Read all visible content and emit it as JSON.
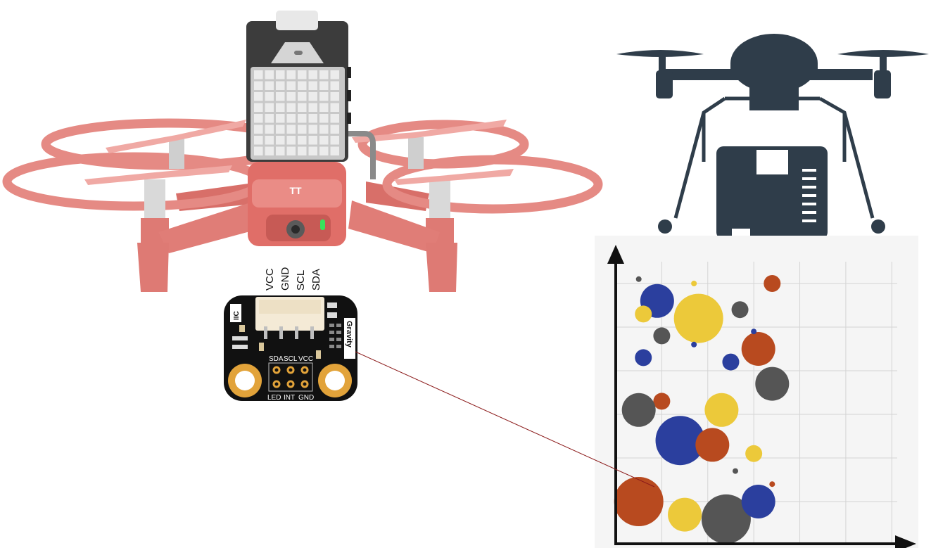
{
  "sensor": {
    "top_pins": [
      "VCC",
      "GND",
      "SCL",
      "SDA"
    ],
    "left_label": "IIC",
    "right_label": "Gravity",
    "header_top": [
      "SDA",
      "SCL",
      "VCC"
    ],
    "header_bottom": [
      "LED",
      "INT",
      "GND"
    ]
  },
  "drone_logo": "TT",
  "colors": {
    "drone_red": "#e37e78",
    "drone_silhouette": "#2f3d4a",
    "connector_line": "#8b1a1a",
    "pcb_black": "#111111",
    "pcb_gold": "#e2a33a",
    "bubble_blue": "#2b3f9e",
    "bubble_yellow": "#ecc93a",
    "bubble_gray": "#555555",
    "bubble_orange": "#b84a1f"
  },
  "chart_data": {
    "type": "scatter",
    "title": "",
    "xlabel": "",
    "ylabel": "",
    "xlim": [
      0,
      6.5
    ],
    "ylim": [
      0,
      6.5
    ],
    "grid": true,
    "points": [
      {
        "x": 0.5,
        "y": 1.0,
        "size": 35,
        "color": "orange"
      },
      {
        "x": 1.5,
        "y": 0.7,
        "size": 24,
        "color": "yellow"
      },
      {
        "x": 2.4,
        "y": 0.6,
        "size": 35,
        "color": "gray"
      },
      {
        "x": 3.1,
        "y": 1.0,
        "size": 24,
        "color": "blue"
      },
      {
        "x": 0.9,
        "y": 5.6,
        "size": 24,
        "color": "blue"
      },
      {
        "x": 1.8,
        "y": 5.2,
        "size": 35,
        "color": "yellow"
      },
      {
        "x": 1.0,
        "y": 4.8,
        "size": 12,
        "color": "gray"
      },
      {
        "x": 0.6,
        "y": 5.3,
        "size": 12,
        "color": "yellow"
      },
      {
        "x": 0.6,
        "y": 4.3,
        "size": 12,
        "color": "blue"
      },
      {
        "x": 2.7,
        "y": 5.4,
        "size": 12,
        "color": "gray"
      },
      {
        "x": 2.5,
        "y": 4.2,
        "size": 12,
        "color": "blue"
      },
      {
        "x": 3.1,
        "y": 4.5,
        "size": 24,
        "color": "orange"
      },
      {
        "x": 3.4,
        "y": 6.0,
        "size": 12,
        "color": "orange"
      },
      {
        "x": 1.0,
        "y": 3.3,
        "size": 12,
        "color": "orange"
      },
      {
        "x": 0.5,
        "y": 3.1,
        "size": 24,
        "color": "gray"
      },
      {
        "x": 3.4,
        "y": 3.7,
        "size": 24,
        "color": "gray"
      },
      {
        "x": 2.3,
        "y": 3.1,
        "size": 24,
        "color": "yellow"
      },
      {
        "x": 1.4,
        "y": 2.4,
        "size": 35,
        "color": "blue"
      },
      {
        "x": 2.1,
        "y": 2.3,
        "size": 24,
        "color": "orange"
      },
      {
        "x": 3.0,
        "y": 2.1,
        "size": 12,
        "color": "yellow"
      },
      {
        "x": 2.6,
        "y": 1.7,
        "size": 4,
        "color": "gray"
      },
      {
        "x": 3.4,
        "y": 1.4,
        "size": 4,
        "color": "orange"
      },
      {
        "x": 0.5,
        "y": 6.1,
        "size": 4,
        "color": "gray"
      },
      {
        "x": 1.7,
        "y": 6.0,
        "size": 4,
        "color": "yellow"
      },
      {
        "x": 3.0,
        "y": 4.9,
        "size": 4,
        "color": "blue"
      },
      {
        "x": 1.7,
        "y": 4.6,
        "size": 4,
        "color": "blue"
      }
    ]
  }
}
